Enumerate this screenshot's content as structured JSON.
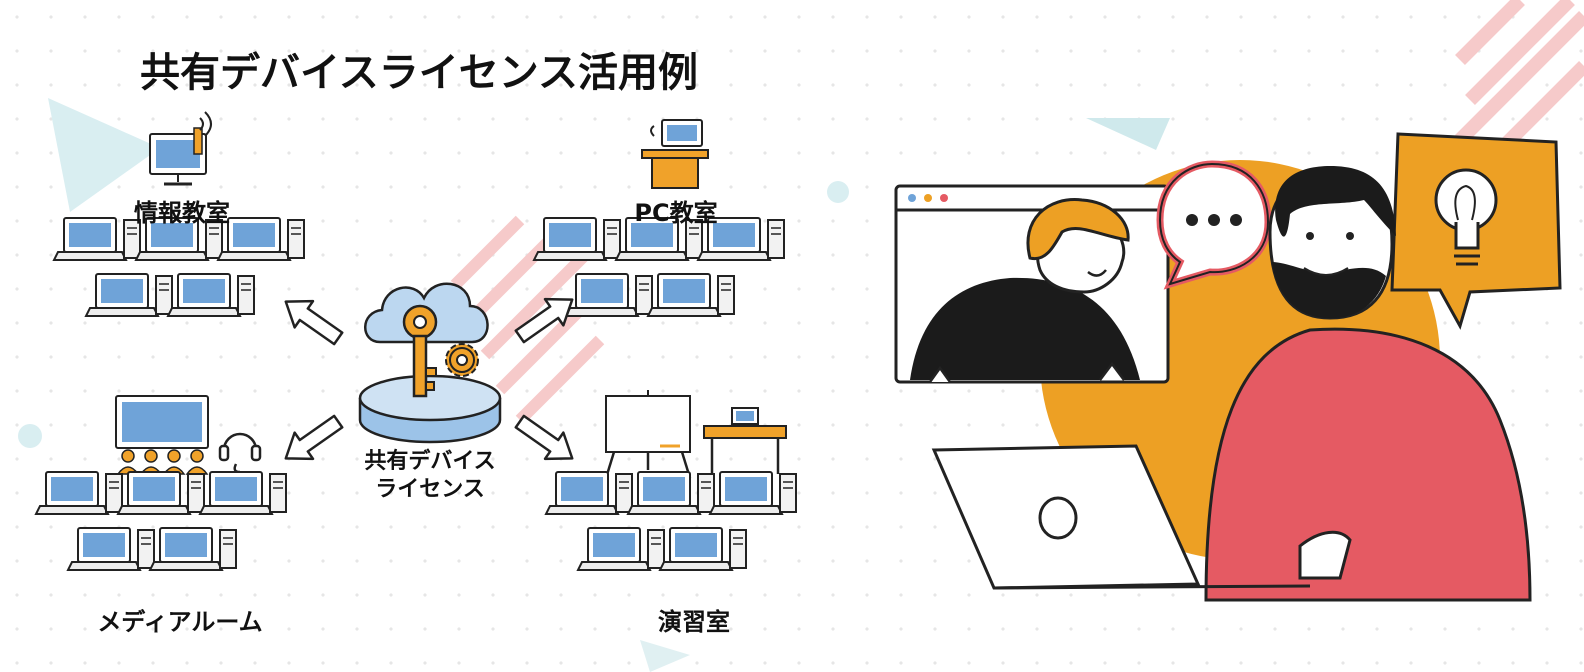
{
  "title": "共有デバイスライセンス活用例",
  "hub": {
    "label_line1": "共有デバイス",
    "label_line2": "ライセンス"
  },
  "rooms": [
    {
      "label": "情報教室"
    },
    {
      "label": "PC教室"
    },
    {
      "label": "メディアルーム"
    },
    {
      "label": "演習室"
    }
  ],
  "colors": {
    "screen_blue": "#6fa3d8",
    "cloud_blue": "#cfe2f3",
    "key_orange": "#f0a22a",
    "accent_orange": "#eda024",
    "shirt_red": "#e55a63",
    "stripe_pink": "#f6c9c9",
    "teal_accent": "#cfe9ec"
  },
  "icons": [
    "cloud-icon",
    "key-icon",
    "gear-icon",
    "laptop-icon",
    "desktop-tower-icon",
    "antenna-icon",
    "podium-icon",
    "monitor-icon",
    "audience-icon",
    "headset-icon",
    "whiteboard-icon",
    "desk-icon",
    "chat-bubble-icon",
    "lightbulb-icon"
  ]
}
